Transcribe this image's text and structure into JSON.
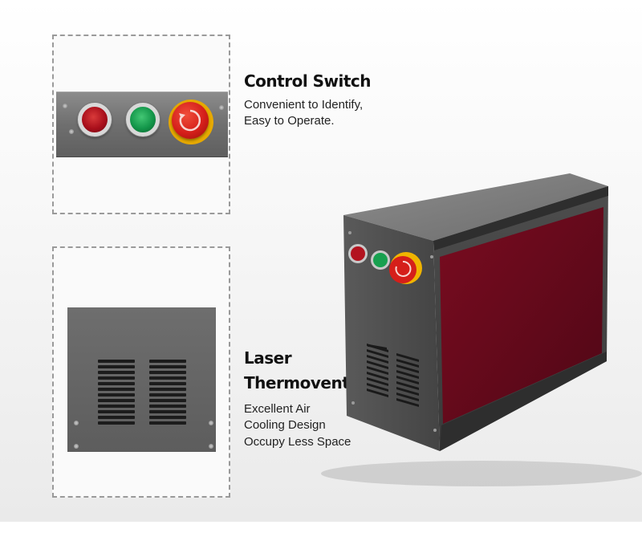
{
  "features": [
    {
      "title": "Control Switch",
      "lines": [
        "Convenient to Identify,",
        "Easy to Operate."
      ]
    },
    {
      "title_lines": [
        "Laser",
        "Thermovent"
      ],
      "lines": [
        "Excellent Air",
        "Cooling Design",
        "Occupy Less Space"
      ]
    }
  ],
  "colors": {
    "button_red": "#b3131f",
    "button_green": "#17a04f",
    "emergency_stop": "#d51f1a",
    "emergency_ring": "#f0b400",
    "window": "#6d0a1c",
    "housing": "#5c5c5c"
  }
}
